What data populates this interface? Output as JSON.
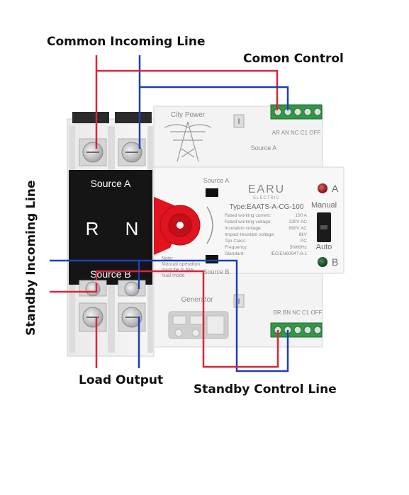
{
  "callouts": {
    "common_incoming": "Common Incoming Line",
    "common_control": "Comon Control",
    "standby_incoming": "Standby Incoming Line",
    "load_output": "Load Output",
    "standby_control": "Standby Control Line"
  },
  "device": {
    "source_a_block": "Source A",
    "source_b_block": "Source B",
    "r_label": "R",
    "n_label": "N",
    "city_power": "City Power",
    "generator": "Generator",
    "source_a_small": "Source A",
    "source_b_small": "Source B",
    "source_a_module": "Source A",
    "brand": "EARU",
    "brand_sub": "ELECTRIC",
    "type": "Type:EAATS-A-CG-100",
    "specs": [
      {
        "label": "Rated working current:",
        "value": "100   A"
      },
      {
        "label": "Rated working voltage:",
        "value": "230V AC"
      },
      {
        "label": "Insulation voltage:",
        "value": "690V AC"
      },
      {
        "label": "Impact-resistant voltage:",
        "value": "8kV"
      },
      {
        "label": "Tan Class:",
        "value": "PC"
      },
      {
        "label": "Frequency:",
        "value": "50/60Hz"
      },
      {
        "label": "Standard:",
        "value": "IEC/EN60947-6-1"
      }
    ],
    "note_lines": [
      "Note:",
      "Manual operation",
      "must be in Ma-",
      "nual mode"
    ],
    "led_a": "A",
    "led_b": "B",
    "manual": "Manual",
    "auto": "Auto",
    "terminals_top": "AR AN NC C1 OFF",
    "terminals_bottom": "BR BN NC C1 OFF",
    "switch_icon": "I"
  },
  "colors": {
    "red_wire": "#d9253b",
    "blue_wire": "#1c3fb5",
    "terminal_green": "#2e9a46",
    "handle_red": "#e0141e"
  }
}
